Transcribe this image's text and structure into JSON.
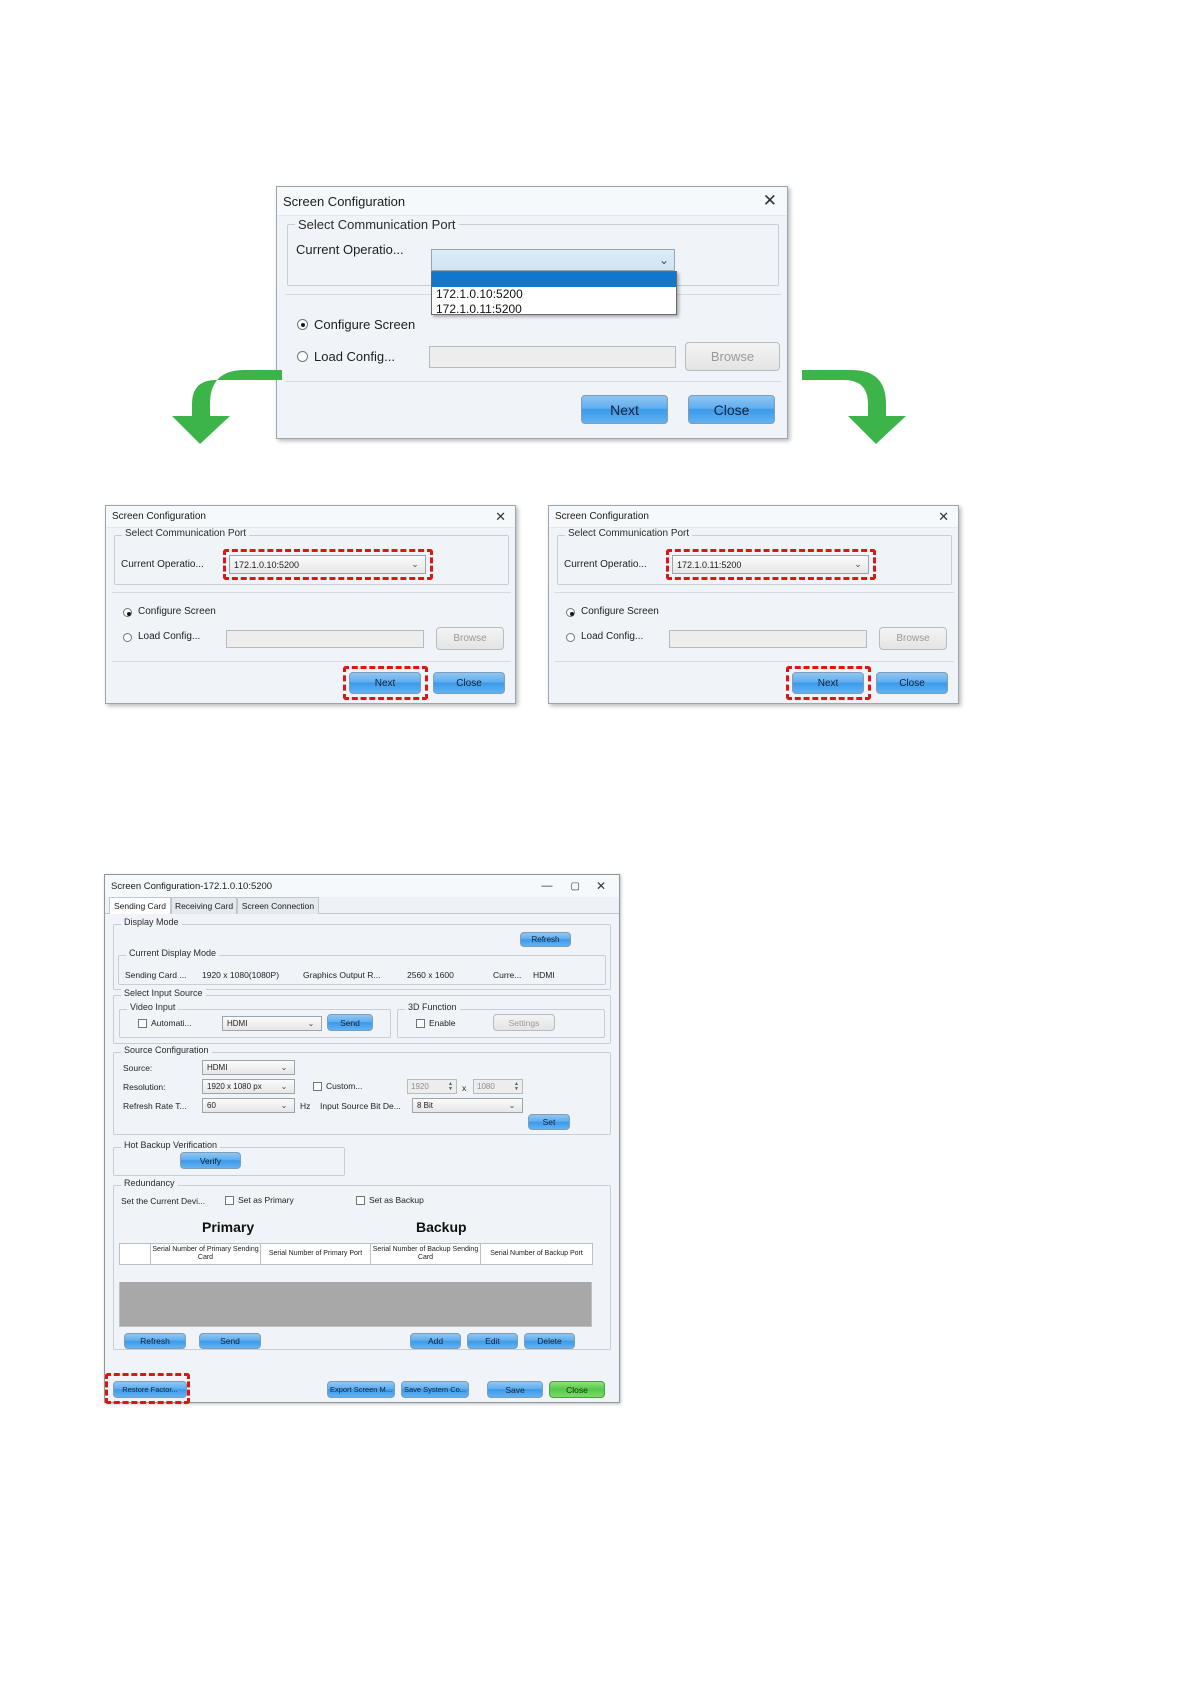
{
  "dialog_open": {
    "title": "Screen Configuration",
    "close_icon": "close-icon",
    "group_label": "Select Communication Port",
    "current_operation_label": "Current Operatio...",
    "combo_value": "",
    "dropdown_options": [
      "",
      "172.1.0.10:5200",
      "172.1.0.11:5200"
    ],
    "radio_configure": "Configure Screen",
    "radio_load": "Load Config...",
    "load_path_value": "",
    "browse_label": "Browse",
    "next_label": "Next",
    "close_label": "Close"
  },
  "dialog_left": {
    "title": "Screen Configuration",
    "close_icon": "close-icon",
    "group_label": "Select Communication Port",
    "current_operation_label": "Current Operatio...",
    "combo_value": "172.1.0.10:5200",
    "radio_configure": "Configure Screen",
    "radio_load": "Load Config...",
    "load_path_value": "",
    "browse_label": "Browse",
    "next_label": "Next",
    "close_label": "Close"
  },
  "dialog_right": {
    "title": "Screen Configuration",
    "close_icon": "close-icon",
    "group_label": "Select Communication Port",
    "current_operation_label": "Current Operatio...",
    "combo_value": "172.1.0.11:5200",
    "radio_configure": "Configure Screen",
    "radio_load": "Load Config...",
    "load_path_value": "",
    "browse_label": "Browse",
    "next_label": "Next",
    "close_label": "Close"
  },
  "main_window": {
    "title": "Screen Configuration-172.1.0.10:5200",
    "minimize_icon": "minimize-icon",
    "maximize_icon": "maximize-icon",
    "close_icon": "close-icon",
    "tabs": [
      {
        "label": "Sending Card",
        "active": true
      },
      {
        "label": "Receiving Card",
        "active": false
      },
      {
        "label": "Screen Connection",
        "active": false
      }
    ],
    "display_mode": {
      "group_label": "Display Mode",
      "refresh_label": "Refresh",
      "current_group_label": "Current Display Mode",
      "fields": [
        {
          "label": "Sending Card ...",
          "value": "1920 x 1080(1080P)"
        },
        {
          "label": "Graphics Output R...",
          "value": "2560 x 1600"
        },
        {
          "label": "Curre...",
          "value": "HDMI"
        }
      ]
    },
    "input_source": {
      "group_label": "Select Input Source",
      "video_input_label": "Video Input",
      "automatic_label": "Automati...",
      "automatic_checked": false,
      "video_combo_value": "HDMI",
      "send_label": "Send",
      "three_d_label": "3D Function",
      "enable_label": "Enable",
      "enable_checked": false,
      "settings_label": "Settings"
    },
    "source_config": {
      "group_label": "Source Configuration",
      "source_label": "Source:",
      "source_value": "HDMI",
      "resolution_label": "Resolution:",
      "resolution_value": "1920 x 1080 px",
      "custom_label": "Custom...",
      "custom_checked": false,
      "custom_width": "1920",
      "custom_x": "x",
      "custom_height": "1080",
      "refresh_rate_label": "Refresh Rate T...",
      "refresh_rate_value": "60",
      "hz_label": "Hz",
      "bit_depth_label": "Input Source Bit De...",
      "bit_depth_value": "8 Bit",
      "set_label": "Set"
    },
    "hot_backup": {
      "group_label": "Hot Backup Verification",
      "verify_label": "Verify"
    },
    "redundancy": {
      "group_label": "Redundancy",
      "set_current_label": "Set the Current Devi...",
      "set_primary_label": "Set as Primary",
      "set_primary_checked": false,
      "set_backup_label": "Set as Backup",
      "set_backup_checked": false,
      "primary_caption": "Primary",
      "backup_caption": "Backup",
      "columns": [
        "",
        "Serial Number of Primary Sending Card",
        "Serial Number of Primary Port",
        "Serial Number of Backup Sending Card",
        "Serial Number of Backup Port"
      ],
      "rows": [],
      "refresh_label": "Refresh",
      "send_label": "Send",
      "add_label": "Add",
      "edit_label": "Edit",
      "delete_label": "Delete"
    },
    "footer": {
      "restore_label": "Restore Factor...",
      "export_label": "Export Screen M...",
      "save_system_label": "Save System Co...",
      "save_label": "Save",
      "close_label": "Close"
    }
  },
  "annotations": {
    "arrow_color": "#3cb44a",
    "highlight_color": "#e11414",
    "arrow_left": "arrow-down-left",
    "arrow_right": "arrow-down-right"
  }
}
